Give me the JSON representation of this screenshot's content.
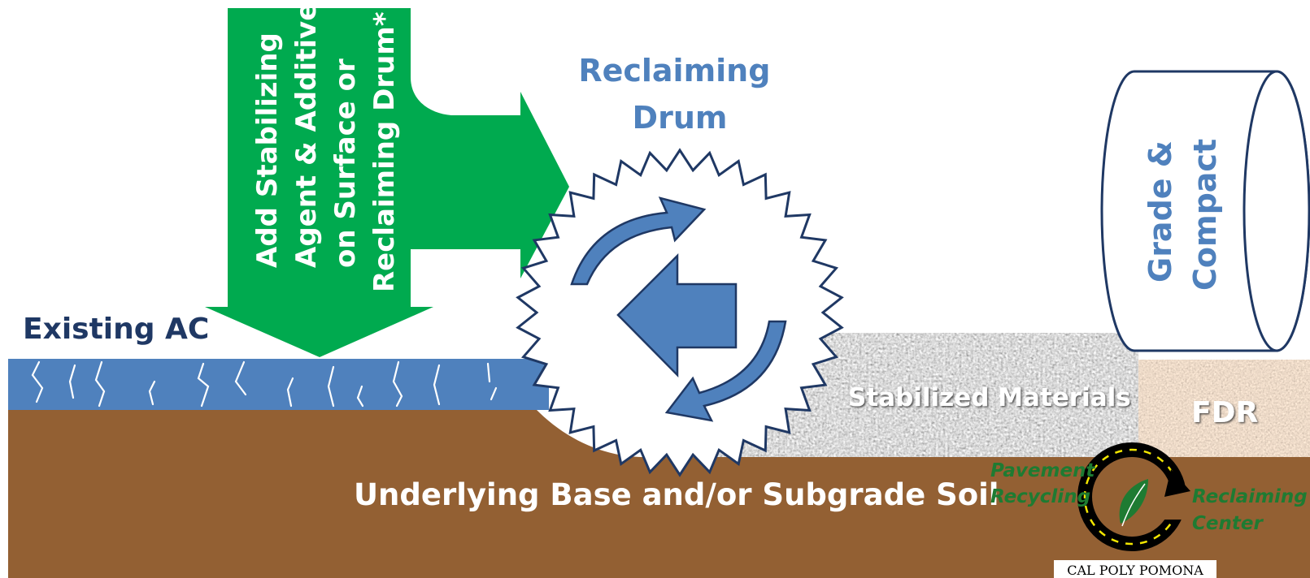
{
  "labels": {
    "add_agent_lines": [
      "Add Stabilizing",
      "Agent & Additives",
      "on Surface or",
      "Reclaiming Drum*"
    ],
    "reclaiming_drum_lines": [
      "Reclaiming",
      "Drum"
    ],
    "grade_compact_lines": [
      "Grade &",
      "Compact"
    ],
    "existing_ac": "Existing AC",
    "stabilized_materials": "Stabilized Materials",
    "fdr": "FDR",
    "underlying": "Underlying Base and/or Subgrade Soil"
  },
  "logo": {
    "left_lines": [
      "Pavement",
      "Recycling"
    ],
    "right_lines": [
      "Reclaiming",
      "Center"
    ],
    "institution": "CAL POLY POMONA"
  },
  "colors": {
    "green": "#00AA4F",
    "blue": "#4F81BD",
    "dark_blue": "#1F3864",
    "brown": "#936033",
    "logo_green": "#1E7B32"
  }
}
